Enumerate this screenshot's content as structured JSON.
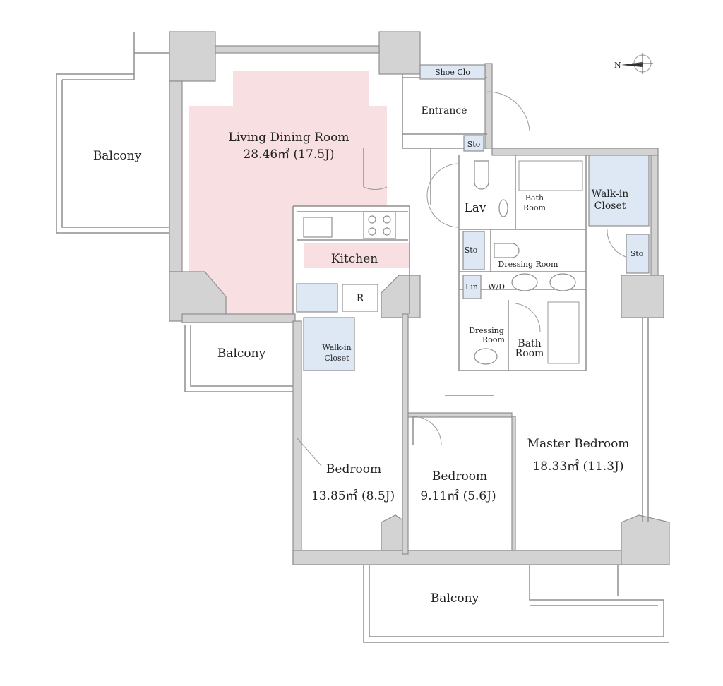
{
  "rooms": {
    "living": {
      "name": "Living Dining Room",
      "area": "28.46㎡ (17.5J)"
    },
    "kitchen": {
      "name": "Kitchen"
    },
    "refrigerator": {
      "name": "R"
    },
    "entrance": {
      "name": "Entrance"
    },
    "shoe_closet": {
      "name": "Shoe Clo"
    },
    "storage_entrance": {
      "name": "Sto"
    },
    "lav": {
      "name": "Lav"
    },
    "bath1": {
      "name_line1": "Bath",
      "name_line2": "Room"
    },
    "walkin1": {
      "name_line1": "Walk-in",
      "name_line2": "Closet"
    },
    "storage_hall": {
      "name": "Sto"
    },
    "dressing1": {
      "name": "Dressing Room"
    },
    "storage_master": {
      "name": "Sto"
    },
    "linen": {
      "name": "Lin"
    },
    "washer_dryer": {
      "name": "W/D"
    },
    "dressing2": {
      "name_line1": "Dressing",
      "name_line2": "Room"
    },
    "bath2": {
      "name_line1": "Bath",
      "name_line2": "Room"
    },
    "walkin2": {
      "name_line1": "Walk-in",
      "name_line2": "Closet"
    },
    "bedroom1": {
      "name": "Bedroom",
      "area": "13.85㎡ (8.5J)"
    },
    "bedroom2": {
      "name": "Bedroom",
      "area": "9.11㎡ (5.6J)"
    },
    "master": {
      "name": "Master Bedroom",
      "area": "18.33㎡ (11.3J)"
    },
    "balcony_left": {
      "name": "Balcony"
    },
    "balcony_mid": {
      "name": "Balcony"
    },
    "balcony_bottom": {
      "name": "Balcony"
    }
  },
  "compass": {
    "label": "N"
  },
  "colors": {
    "wall": "#d3d3d3",
    "closet": "#dde8f4",
    "living": "#f8dfe2"
  }
}
